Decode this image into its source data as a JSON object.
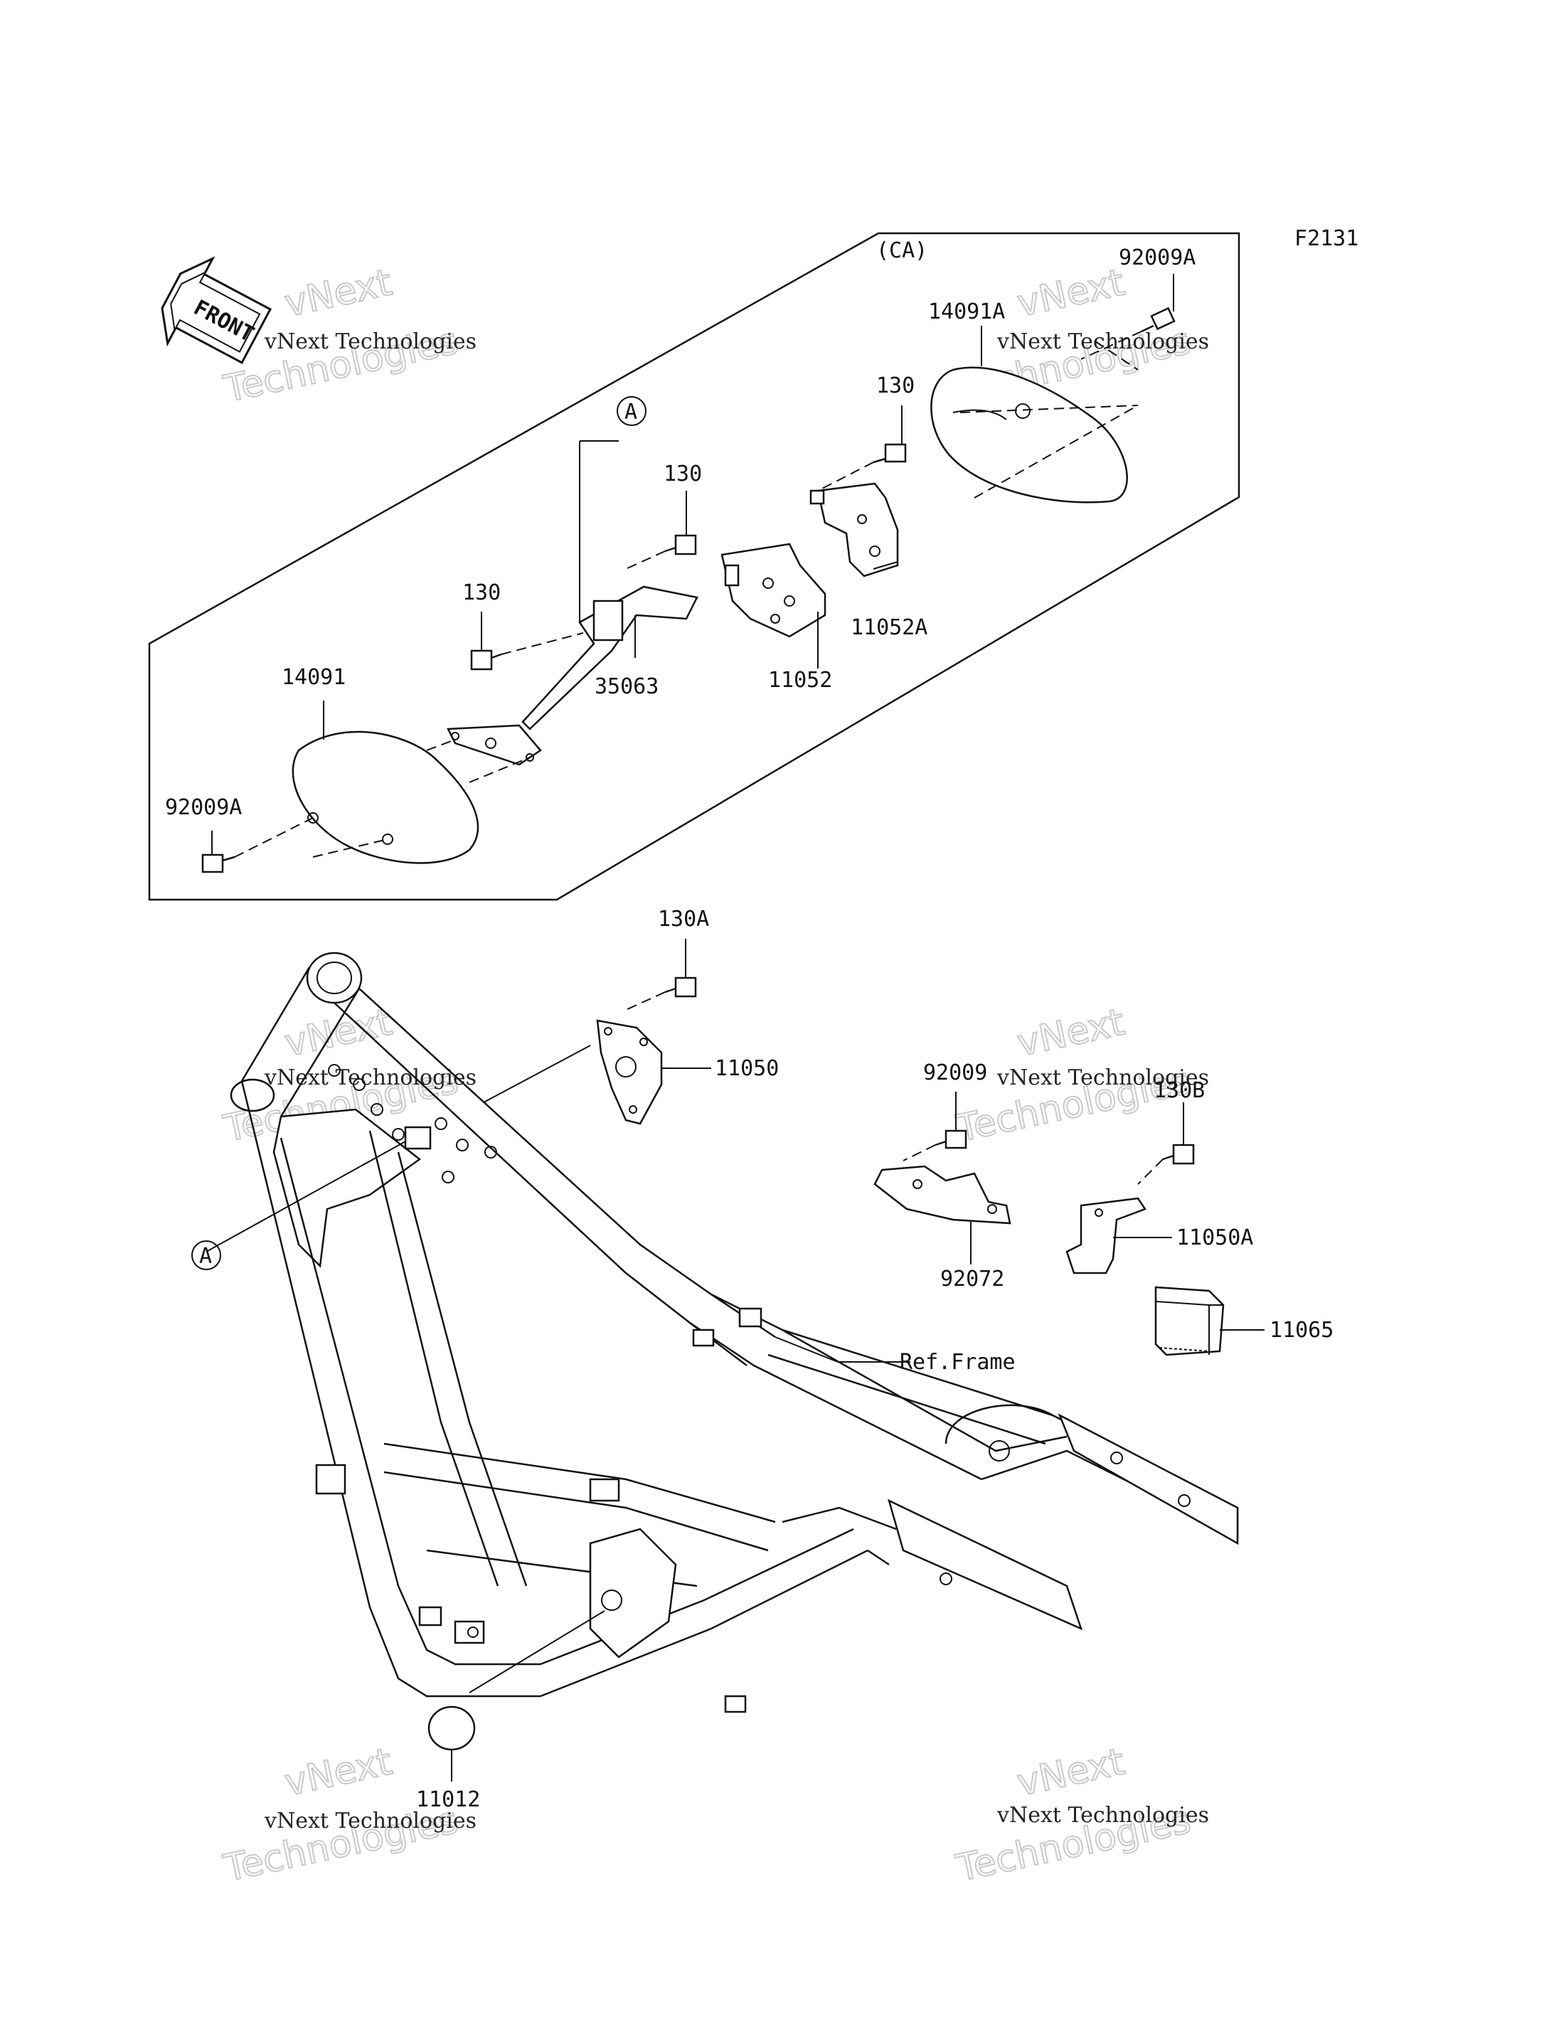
{
  "figure_code": "F2131",
  "region_label": "(CA)",
  "front_arrow_text": "FRONT",
  "ref_marker": "A",
  "ref_frame_label": "Ref.Frame",
  "parts": {
    "p_92009A_top": "92009A",
    "p_14091A": "14091A",
    "p_130_c": "130",
    "p_130_b": "130",
    "p_130_a": "130",
    "p_11052A": "11052A",
    "p_11052": "11052",
    "p_35063": "35063",
    "p_14091": "14091",
    "p_92009A_bottom": "92009A",
    "p_130A": "130A",
    "p_11050": "11050",
    "p_92009": "92009",
    "p_130B": "130B",
    "p_11050A": "11050A",
    "p_92072": "92072",
    "p_11065": "11065",
    "p_11012": "11012"
  },
  "watermark": {
    "company": "vNext Technologies",
    "big_line1": "vNext",
    "big_line2": "Technologies"
  }
}
